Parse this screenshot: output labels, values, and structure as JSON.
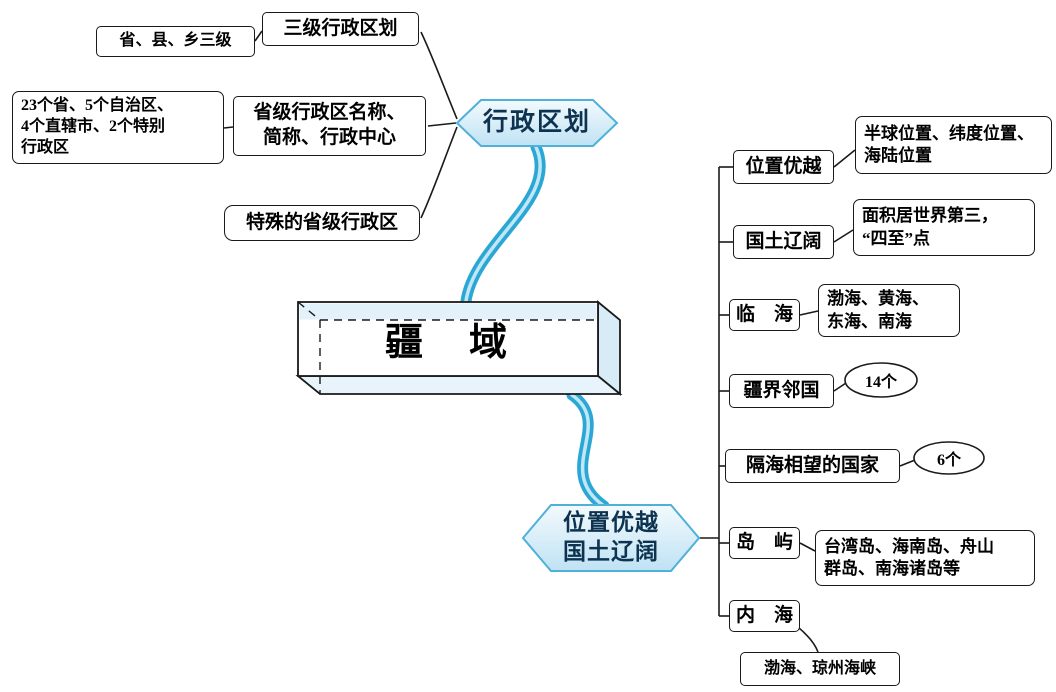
{
  "title": "疆域 思维导图",
  "colors": {
    "connector_thick": "#2ba7d6",
    "connector_highlight": "#bfe7f5",
    "hexagon_fill_top": "#f3fafd",
    "hexagon_fill_bottom": "#bfe2f4",
    "hexagon_border": "#4fb0d8",
    "box_border": "#1a1a1a",
    "face_tint": "#e2f1fa"
  },
  "center": {
    "label": "疆　域"
  },
  "left": {
    "hub_label": "行政区划",
    "node_sanji": "三级行政区划",
    "leaf_shengxianxiang": "省、县、乡三级",
    "node_shengji_line1": "省级行政区名称、",
    "node_shengji_line2": "简称、行政中心",
    "leaf_qty_line1": "23个省、5个自治区、",
    "leaf_qty_line2": "4个直辖市、2个特别",
    "leaf_qty_line3": "行政区",
    "node_teshu": "特殊的省级行政区"
  },
  "right": {
    "hub_line1": "位置优越",
    "hub_line2": "国土辽阔",
    "node_weizhi": "位置优越",
    "leaf_weizhi_line1": "半球位置、纬度位置、",
    "leaf_weizhi_line2": "海陆位置",
    "node_guotu": "国土辽阔",
    "leaf_guotu_line1": "面积居世界第三，",
    "leaf_guotu_line2": "“四至”点",
    "node_linhai": "临　海",
    "leaf_linhai_line1": "渤海、黄海、",
    "leaf_linhai_line2": "东海、南海",
    "node_jiangjie": "疆界邻国",
    "leaf_jiangjie": "14个",
    "node_gehai": "隔海相望的国家",
    "leaf_gehai": "6个",
    "node_daoyu": "岛　屿",
    "leaf_daoyu_line1": "台湾岛、海南岛、舟山",
    "leaf_daoyu_line2": "群岛、南海诸岛等",
    "node_neihai": "内　海",
    "leaf_neihai": "渤海、琼州海峡"
  }
}
